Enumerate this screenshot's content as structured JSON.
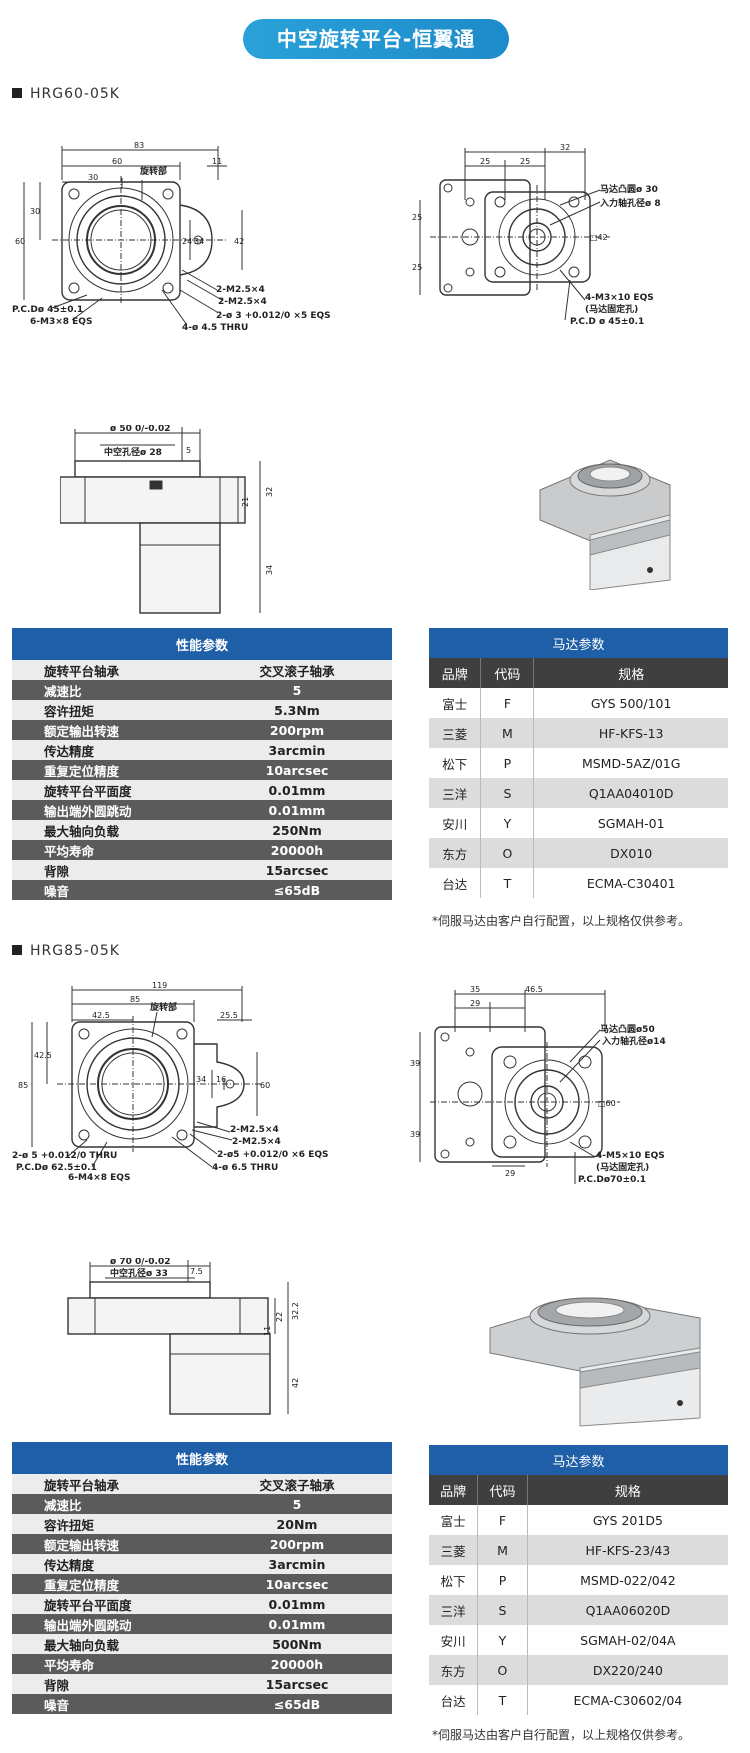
{
  "banner": "中空旋转平台-恒翼通",
  "sections": [
    {
      "model": "HRG60-05K",
      "drawing_labels": {
        "rotating_part": "旋转部",
        "pcd_left": "P.C.Dø 45±0.1",
        "screws_left": "6-M3×8 EQS",
        "thru": "4-ø 4.5 THRU",
        "m25a": "2-M2.5×4",
        "m25b": "2-M2.5×4",
        "pin": "2-ø 3 +0.012/0 ×5 EQS",
        "motor_boss": "马达凸圆ø 30",
        "input_bore": "入力轴孔径ø 8",
        "motor_screws": "4-M3×10 EQS",
        "motor_fix": "(马达固定孔)",
        "pcd_right": "P.C.D ø 45±0.1",
        "hollow_bore": "中空孔径ø 28",
        "dia_top": "ø 50 0/-0.02",
        "dims": [
          "83",
          "60",
          "30",
          "11",
          "30",
          "60",
          "24",
          "34",
          "42",
          "32",
          "25",
          "25",
          "25",
          "25",
          "□42",
          "5",
          "32",
          "21",
          "34"
        ]
      },
      "spec": {
        "title": "性能参数",
        "rows": [
          [
            "旋转平台轴承",
            "交叉滚子轴承"
          ],
          [
            "减速比",
            "5"
          ],
          [
            "容许扭矩",
            "5.3Nm"
          ],
          [
            "额定输出转速",
            "200rpm"
          ],
          [
            "传达精度",
            "3arcmin"
          ],
          [
            "重复定位精度",
            "10arcsec"
          ],
          [
            "旋转平台平面度",
            "0.01mm"
          ],
          [
            "输出端外圆跳动",
            "0.01mm"
          ],
          [
            "最大轴向负载",
            "250Nm"
          ],
          [
            "平均寿命",
            "20000h"
          ],
          [
            "背隙",
            "15arcsec"
          ],
          [
            "噪音",
            "≤65dB"
          ]
        ]
      },
      "motor": {
        "title": "马达参数",
        "cols": [
          "品牌",
          "代码",
          "规格"
        ],
        "rows": [
          [
            "富士",
            "F",
            "GYS 500/101"
          ],
          [
            "三菱",
            "M",
            "HF-KFS-13"
          ],
          [
            "松下",
            "P",
            "MSMD-5AZ/01G"
          ],
          [
            "三洋",
            "S",
            "Q1AA04010D"
          ],
          [
            "安川",
            "Y",
            "SGMAH-01"
          ],
          [
            "东方",
            "O",
            "DX010"
          ],
          [
            "台达",
            "T",
            "ECMA-C30401"
          ]
        ],
        "note": "*伺服马达由客户自行配置，以上规格仅供参考。"
      }
    },
    {
      "model": "HRG85-05K",
      "drawing_labels": {
        "rotating_part": "旋转部",
        "pcd_left": "P.C.Dø 62.5±0.1",
        "screws_left": "6-M4×8 EQS",
        "thru": "4-ø 6.5 THRU",
        "m25a": "2-M2.5×4",
        "m25b": "2-M2.5×4",
        "pin": "2-ø5 +0.012/0 ×6 EQS",
        "pin_left": "2-ø 5 +0.012/0 THRU",
        "motor_boss": "马达凸圆ø50",
        "input_bore": "入力轴孔径ø14",
        "motor_screws": "4-M5×10 EQS",
        "motor_fix": "(马达固定孔)",
        "pcd_right": "P.C.Dø70±0.1",
        "hollow_bore": "中空孔径ø 33",
        "dia_top": "ø 70 0/-0.02",
        "dims": [
          "119",
          "85",
          "42.5",
          "25.5",
          "42.5",
          "85",
          "34",
          "16",
          "60",
          "35",
          "46.5",
          "29",
          "39",
          "39",
          "29",
          "□60",
          "7.5",
          "32.2",
          "22",
          "11",
          "42"
        ]
      },
      "spec": {
        "title": "性能参数",
        "rows": [
          [
            "旋转平台轴承",
            "交叉滚子轴承"
          ],
          [
            "减速比",
            "5"
          ],
          [
            "容许扭矩",
            "20Nm"
          ],
          [
            "额定输出转速",
            "200rpm"
          ],
          [
            "传达精度",
            "3arcmin"
          ],
          [
            "重复定位精度",
            "10arcsec"
          ],
          [
            "旋转平台平面度",
            "0.01mm"
          ],
          [
            "输出端外圆跳动",
            "0.01mm"
          ],
          [
            "最大轴向负载",
            "500Nm"
          ],
          [
            "平均寿命",
            "20000h"
          ],
          [
            "背隙",
            "15arcsec"
          ],
          [
            "噪音",
            "≤65dB"
          ]
        ]
      },
      "motor": {
        "title": "马达参数",
        "cols": [
          "品牌",
          "代码",
          "规格"
        ],
        "rows": [
          [
            "富士",
            "F",
            "GYS 201D5"
          ],
          [
            "三菱",
            "M",
            "HF-KFS-23/43"
          ],
          [
            "松下",
            "P",
            "MSMD-022/042"
          ],
          [
            "三洋",
            "S",
            "Q1AA06020D"
          ],
          [
            "安川",
            "Y",
            "SGMAH-02/04A"
          ],
          [
            "东方",
            "O",
            "DX220/240"
          ],
          [
            "台达",
            "T",
            "ECMA-C30602/04"
          ]
        ],
        "note": "*伺服马达由客户自行配置，以上规格仅供参考。"
      }
    }
  ]
}
